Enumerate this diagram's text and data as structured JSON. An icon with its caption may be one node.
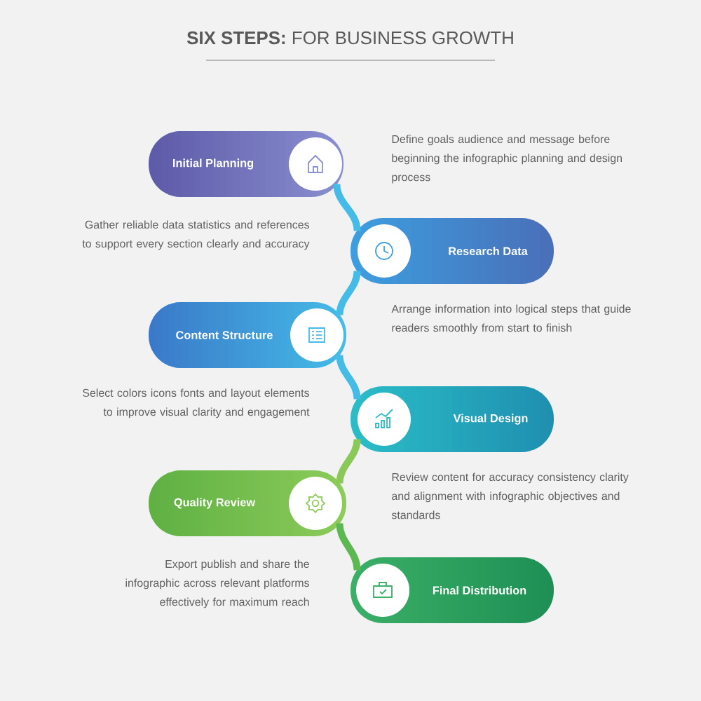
{
  "diagram": {
    "title": "**SIX STEPS:** FOR BUSINESS GROWTH",
    "nodes": [
      {
        "text": [
          "Initial Planning"
        ]
      },
      {
        "text": [
          "Research Data"
        ]
      },
      {
        "text": [
          "Content Structure"
        ]
      },
      {
        "text": [
          "Visual Design"
        ]
      },
      {
        "text": [
          "Quality Review"
        ]
      },
      {
        "text": [
          "Final Distribution"
        ]
      }
    ],
    "edges": [
      {
        "from": 0,
        "to": 1,
        "arrow": "none"
      },
      {
        "from": 1,
        "to": 2,
        "arrow": "none"
      },
      {
        "from": 2,
        "to": 3,
        "arrow": "none"
      },
      {
        "from": 3,
        "to": 4,
        "arrow": "none",
        "color": "#8ac858"
      },
      {
        "from": 4,
        "to": 5,
        "arrow": "none",
        "color": "#5cb850"
      }
    ],
    "labels": [
      "Define goals audience and message before beginning the infographic planning and design process",
      "Gather reliable data statistics and references to support every section clearly and accuracy",
      "Arrange information into logical steps that guide readers smoothly from start to finish",
      "Select colors icons fonts and layout elements to improve visual clarity and engagement",
      "Review content for accuracy consistency clarity and alignment with infographic objectives and standards",
      "Export publish and share the infographic across relevant platforms effectively for maximum reach"
    ]
  }
}
